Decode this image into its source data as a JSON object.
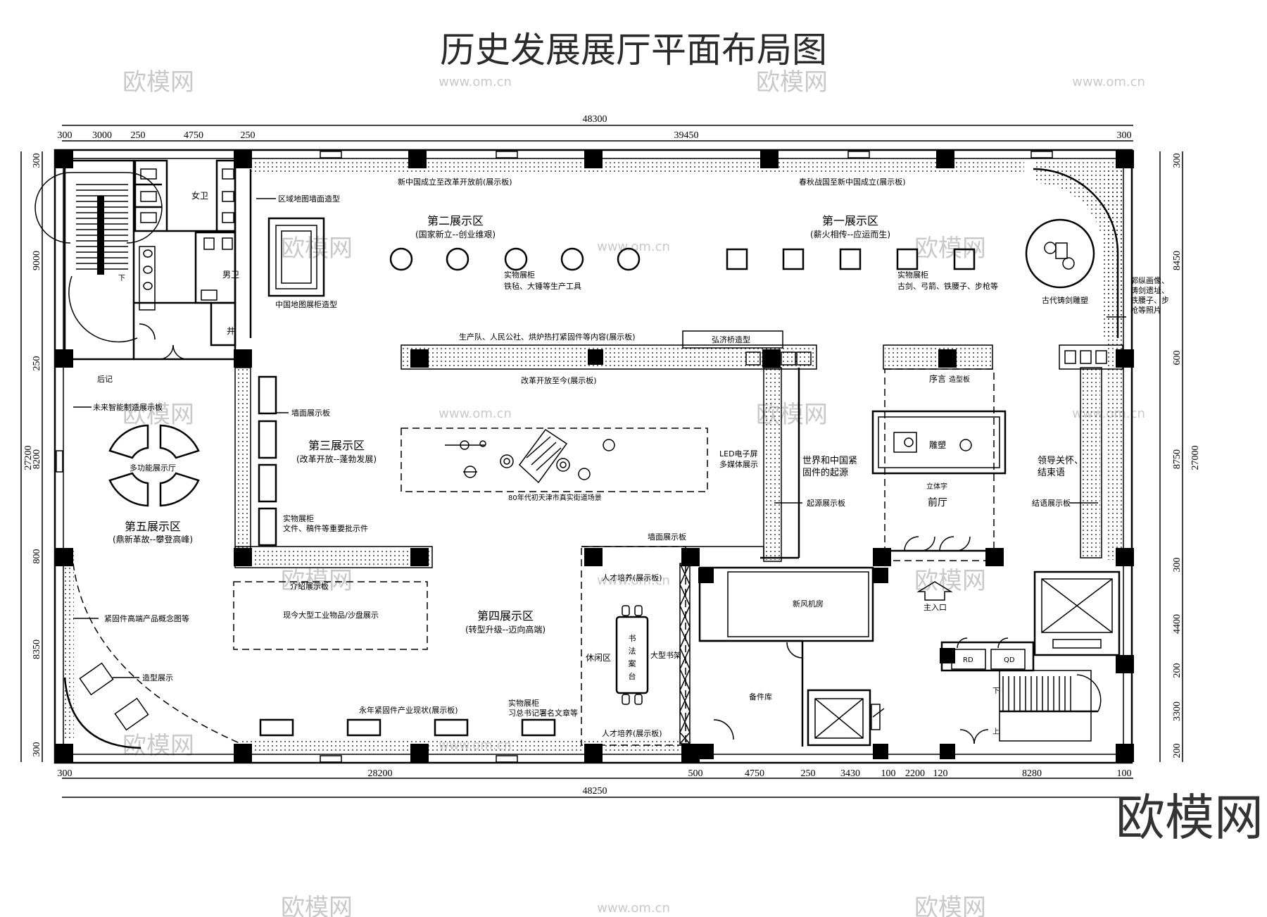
{
  "title": "历史发展展厅平面布局图",
  "brand": "欧模网",
  "watermarks": [
    "欧模网",
    "www.om.cn"
  ],
  "dims_top": {
    "overall": "48300",
    "segments": [
      "300",
      "3000",
      "250",
      "4750",
      "250",
      "39450",
      "300"
    ]
  },
  "dims_bottom": {
    "overall": "48250",
    "segments": [
      "300",
      "28200",
      "500",
      "4750",
      "250",
      "3430",
      "100",
      "2200",
      "120",
      "8280",
      "100"
    ]
  },
  "dims_left": {
    "overall": "27200",
    "segments": [
      "300",
      "9000",
      "250",
      "8200",
      "800",
      "8350",
      "300"
    ]
  },
  "dims_right": {
    "overall": "27000",
    "segments": [
      "300",
      "8450",
      "600",
      "8750",
      "300",
      "4400",
      "200",
      "3300",
      "200"
    ]
  },
  "zones": {
    "zone1": {
      "name": "第一展示区",
      "sub": "(薪火相传--应运而生)"
    },
    "zone2": {
      "name": "第二展示区",
      "sub": "(国家新立--创业维艰)"
    },
    "zone3": {
      "name": "第三展示区",
      "sub": "(改革开放--蓬勃发展)"
    },
    "zone4": {
      "name": "第四展示区",
      "sub": "(转型升级--迈向高端)"
    },
    "zone5": {
      "name": "第五展示区",
      "sub": "(鼎新革故--攀登高峰)"
    }
  },
  "labels": {
    "board_top_left": "新中国成立至改革开放前(展示板)",
    "board_top_right": "春秋战国至新中国成立(展示板)",
    "region_map_wall": "区域地图墙面造型",
    "china_map_cabinet": "中国地图展柜造型",
    "women_wc": "女卫",
    "men_wc": "男卫",
    "well": "井",
    "stair_down": "下",
    "cabinet2_title": "实物展柜",
    "cabinet2_desc": "铁毡、大锤等生产工具",
    "cabinet1_title": "实物展柜",
    "cabinet1_desc": "古剑、弓箭、铁腰子、步枪等",
    "ancient_sculpture": "古代铸剑雕塑",
    "guo_note_1": "郭纵画像、",
    "guo_note_2": "铸剑遗址、",
    "guo_note_3": "铁腰子、步",
    "guo_note_4": "枪等照片",
    "production_board": "生产队、人民公社、烘炉热打紧固件等内容(展示板)",
    "bridge": "弘济桥造型",
    "reform_board": "改革开放至今(展示板)",
    "epilogue": "后记",
    "future_board": "未来智能制造展示板",
    "multi_hall": "多功能展示厅",
    "wall_board": "墙面展示板",
    "street_scene": "80年代初天津市真实街道场景",
    "led_1": "LED电子屏",
    "led_2": "多媒体展示",
    "origin_1": "世界和中国紧",
    "origin_2": "固件的起源",
    "origin_board": "起源展示板",
    "preface": "序言",
    "preface_board": "造型板",
    "sculpture": "雕塑",
    "letters": "立体字",
    "lobby": "前厅",
    "leader_1": "领导关怀、",
    "leader_2": "结束语",
    "closing_board": "结语展示板",
    "cabinet3_title": "实物展柜",
    "cabinet3_desc": "文件、稿件等重要批示件",
    "wall_board_2": "墙面展示板",
    "intro_board": "介绍展示板",
    "sand_table": "现今大型工业物品/沙盘展示",
    "concept_board": "紧固件高端产品概念图等",
    "shape_display": "造型展示",
    "industry_board": "永年紧固件产业现状(展示板)",
    "cabinet4_title": "实物展柜",
    "cabinet4_desc": "习总书记署名文章等",
    "talent_top": "人才培养(展示板)",
    "talent_bottom": "人才培养(展示板)",
    "rest_area": "休闲区",
    "calligraphy": [
      "书",
      "法",
      "案",
      "台"
    ],
    "bookshelf": "大型书架",
    "fresh_air": "新风机房",
    "storage": "备件库",
    "main_entrance": "主入口",
    "rd": "RD",
    "qd": "QD",
    "down": "下",
    "up": "上"
  }
}
